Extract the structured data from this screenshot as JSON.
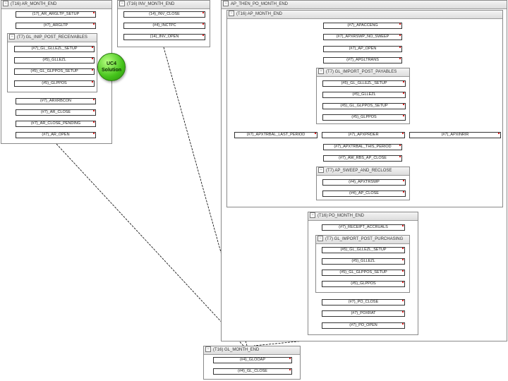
{
  "panels": {
    "ar": {
      "title": "(T16) AR_MONTH_END"
    },
    "gl_ar": {
      "title": "(T7) GL_INIP_POST_RECEIVABLES"
    },
    "inv": {
      "title": "(T16) INV_MONTH_END"
    },
    "aptpo": {
      "title": "AP_THEN_PO_MONTH_END"
    },
    "apme": {
      "title": "(T16) AP_MONTH_END"
    },
    "gl_ap": {
      "title": "(T7) GL_IMPORT_POST_PAYABLES"
    },
    "sweep": {
      "title": "(T7) AP_SWEEP_AND_RECLOSE"
    },
    "pome": {
      "title": "(T16) PO_MONTH_END"
    },
    "gl_po": {
      "title": "(T7) GL_IMPORT_POST_PURCHASING"
    },
    "glme": {
      "title": "(T16) GL_MONTH_END"
    }
  },
  "nodes": {
    "ar1": "(17)_AR_ARGLTP_SETUP",
    "ar2": "(#7)_ARGLTP",
    "ar3": "(#7)_GL_GLLEZL_SETUP",
    "ar4": "(#5)_GLLEZL",
    "ar5": "(#5)_GL_GLPPOS_SETUP",
    "ar6": "(#5)_GLPPOS",
    "ar7": "(#7)_ARXRBCON",
    "ar8": "(#7)_AR_CLOSE",
    "ar9": "(#7)_AR_CLOSE_PENDING",
    "ar10": "(#7)_AR_OPEN",
    "inv1": "(14)_INV_CLOSE",
    "inv2": "(#4)_INCTPC",
    "inv3": "(14)_INV_OPEN",
    "ap1": "(#7)_APACCENG",
    "ap2": "(#7)_APXRSWP_NO_SWEEP",
    "ap3": "(#7)_AP_OPEN",
    "ap4": "(#7)_APGLTRANS",
    "ap5": "(#5)_GL_GLLEZL_SETUP",
    "ap6": "(#5)_GLLEZL",
    "ap7": "(#5)_GL_GLPPOS_SETUP",
    "ap8": "(#5)_GLPPOS",
    "ap9": "(#7)_APXTRBAL_LAST_PERIOD",
    "ap10": "(#7)_APXPRDER",
    "ap11": "(#7)_APXINRIR",
    "ap12": "(#7)_APXTRBAL_THIS_PERIOD",
    "ap13": "(#7)_AW_RBS_AP_CLOSE",
    "ap14": "(#4)_APXTRSWP",
    "ap15": "(#4)_AP_CLOSE",
    "po1": "(#7)_RECEIPT_ACCRUALS",
    "po2": "(#5)_GL_GLLEZL_SETUP",
    "po3": "(#5)_GLLEZL",
    "po4": "(#5)_GL_GLPPOS_SETUP",
    "po5": "(#5)_GLPPOS",
    "po6": "(#7)_PO_CLOSE",
    "po7": "(#7)_POXRAT",
    "po8": "(#7)_PO_OPEN",
    "gl1": "(#4)_GLOOAP",
    "gl2": "(#4)_GL_CLOSE"
  },
  "logo": {
    "line1": "UC4",
    "line2": "Solution",
    "color": "#44c21a"
  },
  "colors": {
    "arrow": "#2e9a2e",
    "wire": "#000000",
    "marker": "#dd2222"
  }
}
